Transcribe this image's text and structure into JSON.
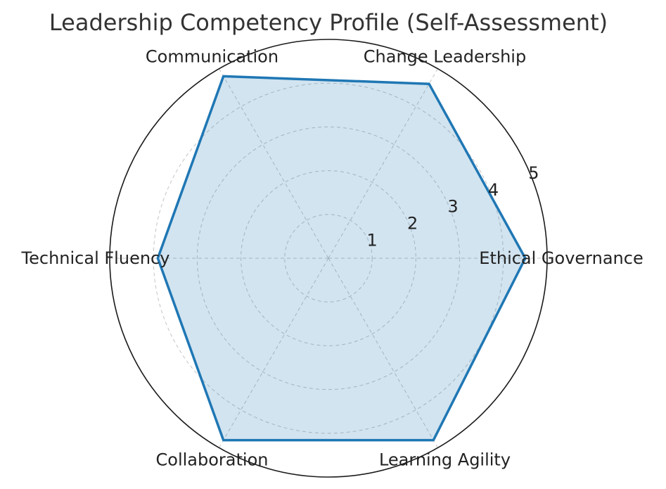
{
  "chart_data": {
    "type": "radar",
    "title": "Leadership Competency Profile (Self-Assessment)",
    "categories": [
      "Ethical Governance",
      "Change Leadership",
      "Communication",
      "Technical Fluency",
      "Collaboration",
      "Learning Agility"
    ],
    "series": [
      {
        "values": [
          4.5,
          4.6,
          4.8,
          3.9,
          4.8,
          4.8
        ]
      }
    ],
    "rlim": [
      0,
      5
    ],
    "ticks": [
      1,
      2,
      3,
      4,
      5
    ],
    "grid": true,
    "colors": {
      "line": "#1f77b4",
      "fill": "#1f77b4",
      "fill_opacity": 0.2,
      "grid": "#c4c4c4",
      "outer": "#1a1a1a"
    }
  }
}
